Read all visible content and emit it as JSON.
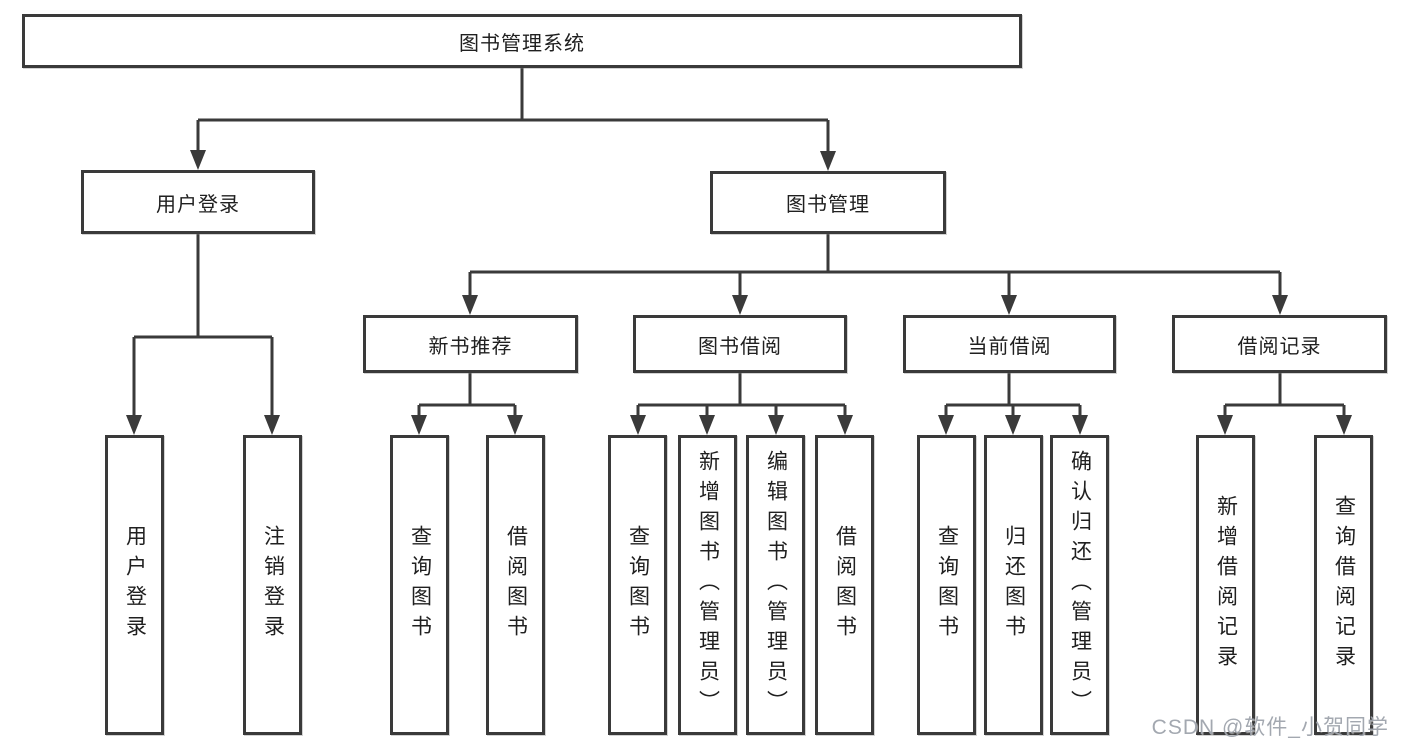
{
  "diagram_type": "hierarchy-tree",
  "tree": {
    "label": "图书管理系统",
    "children": [
      {
        "label": "用户登录",
        "children": [
          {
            "label": "用户登录"
          },
          {
            "label": "注销登录"
          }
        ]
      },
      {
        "label": "图书管理",
        "children": [
          {
            "label": "新书推荐",
            "children": [
              {
                "label": "查询图书"
              },
              {
                "label": "借阅图书"
              }
            ]
          },
          {
            "label": "图书借阅",
            "children": [
              {
                "label": "查询图书"
              },
              {
                "label": "新增图书（管理员）"
              },
              {
                "label": "编辑图书（管理员）"
              },
              {
                "label": "借阅图书"
              }
            ]
          },
          {
            "label": "当前借阅",
            "children": [
              {
                "label": "查询图书"
              },
              {
                "label": "归还图书"
              },
              {
                "label": "确认归还（管理员）"
              }
            ]
          },
          {
            "label": "借阅记录",
            "children": [
              {
                "label": "新增借阅记录"
              },
              {
                "label": "查询借阅记录"
              }
            ]
          }
        ]
      }
    ]
  },
  "watermark": {
    "text": "CSDN @软件_小贺同学"
  },
  "colors": {
    "line": "#3a3a3a",
    "box_border": "#3a3a3a",
    "box_fill": "#ffffff",
    "text": "#202020",
    "watermark": "#9ea3ac",
    "background": "#ffffff"
  }
}
